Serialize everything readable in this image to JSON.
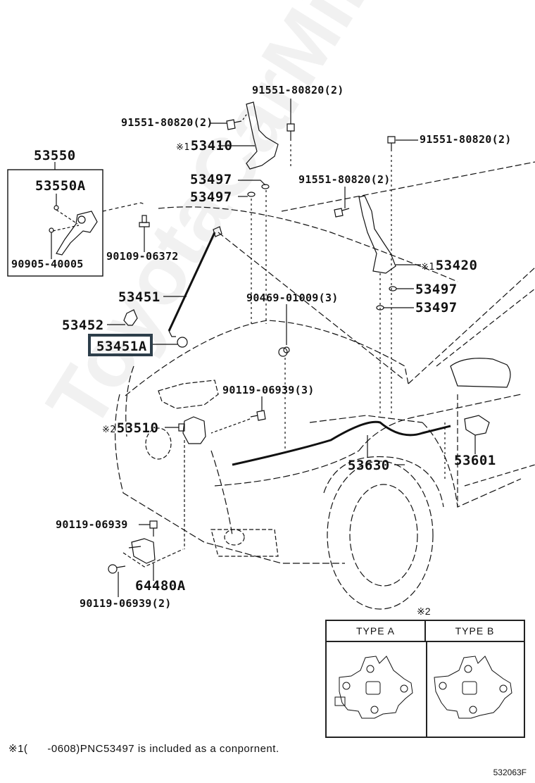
{
  "diagram": {
    "title_code": "532063F",
    "watermark": "ToyotaCarMine.ru",
    "highlight_color": "#2d3e4a",
    "labels": {
      "bolt_top_center": "91551-80820(2)",
      "bolt_top_left": "91551-80820(2)",
      "hinge_left": "53410",
      "hinge_left_note": "※1",
      "bolt_top_right": "91551-80820(2)",
      "bolt_mid_right": "91551-80820(2)",
      "pad_1": "53497",
      "pad_2": "53497",
      "hinge_right": "53420",
      "hinge_right_note": "※1",
      "pad_3": "53497",
      "pad_4": "53497",
      "support_assy": "53550",
      "support_sub": "53550A",
      "cushion": "90905-40005",
      "bolt_stay": "90109-06372",
      "hood_support": "53451",
      "clip_holder": "53452",
      "grommet_selected": "53451A",
      "nut_hood": "90469-01009(3)",
      "bolt_lock": "90119-06939(3)",
      "hood_lock": "53510",
      "hood_lock_note": "※2",
      "release_cable": "53630",
      "release_lever": "53601",
      "bolt_hook": "90119-06939",
      "hook_assy": "64480A",
      "bolt_hook_2": "90119-06939(2)"
    },
    "type_table": {
      "note": "※2",
      "columns": [
        "TYPE   A",
        "TYPE   B"
      ]
    },
    "footnote": "※1(      -0608)PNC53497 is included as a conpornent."
  }
}
